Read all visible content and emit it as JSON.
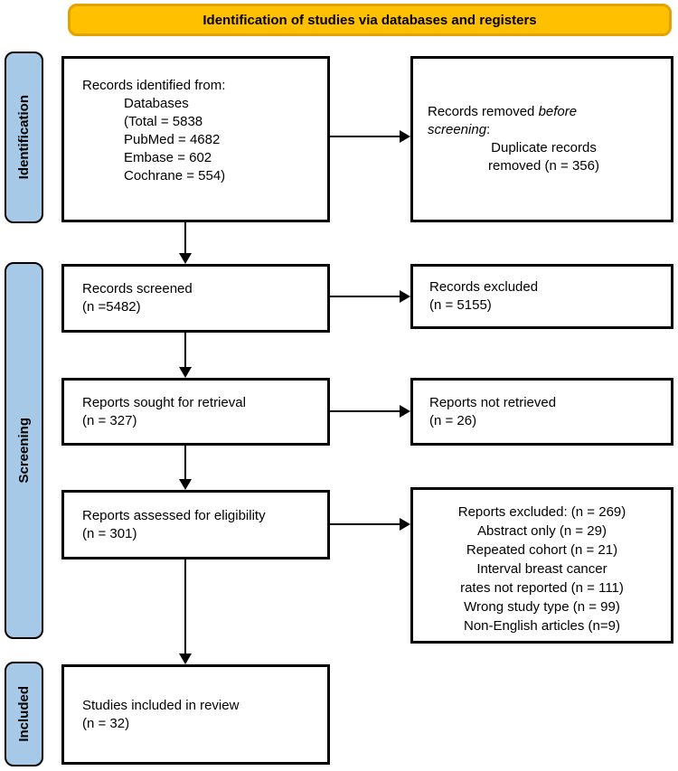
{
  "banner": {
    "label": "Identification of studies via databases and registers"
  },
  "colors": {
    "banner_fill": "#FFC000",
    "banner_border": "#E2A200",
    "stage_fill": "#A6C9E8",
    "box_border": "#000000"
  },
  "stages": [
    {
      "label": "Identification"
    },
    {
      "label": "Screening"
    },
    {
      "label": "Included"
    }
  ],
  "boxes": {
    "records_identified": {
      "title": "Records identified from:",
      "lines": [
        "Databases",
        "(Total = 5838",
        "PubMed = 4682",
        "Embase = 602",
        "Cochrane = 554)"
      ]
    },
    "records_removed": {
      "line1_normal": "Records removed ",
      "line1_italic": "before",
      "line2_italic": "screening",
      "line2_normal": ":",
      "lines": [
        "Duplicate records",
        "removed (n = 356)"
      ]
    },
    "records_screened": {
      "lines": [
        "Records screened",
        "(n =5482)"
      ]
    },
    "records_excluded": {
      "lines": [
        "Records excluded",
        "(n = 5155)"
      ]
    },
    "reports_sought": {
      "lines": [
        "Reports sought for retrieval",
        "(n = 327)"
      ]
    },
    "reports_not_retrieved": {
      "lines": [
        "Reports not retrieved",
        "(n = 26)"
      ]
    },
    "reports_assessed": {
      "lines": [
        "Reports assessed for eligibility",
        "(n = 301)"
      ]
    },
    "reports_excluded": {
      "title": "Reports excluded: (n = 269)",
      "lines": [
        "Abstract only (n = 29)",
        "Repeated cohort (n = 21)",
        "Interval breast cancer",
        "rates not reported (n = 111)",
        "Wrong study type (n = 99)",
        "Non-English articles (n=9)"
      ]
    },
    "studies_included": {
      "lines": [
        "Studies included in review",
        "(n = 32)"
      ]
    }
  }
}
